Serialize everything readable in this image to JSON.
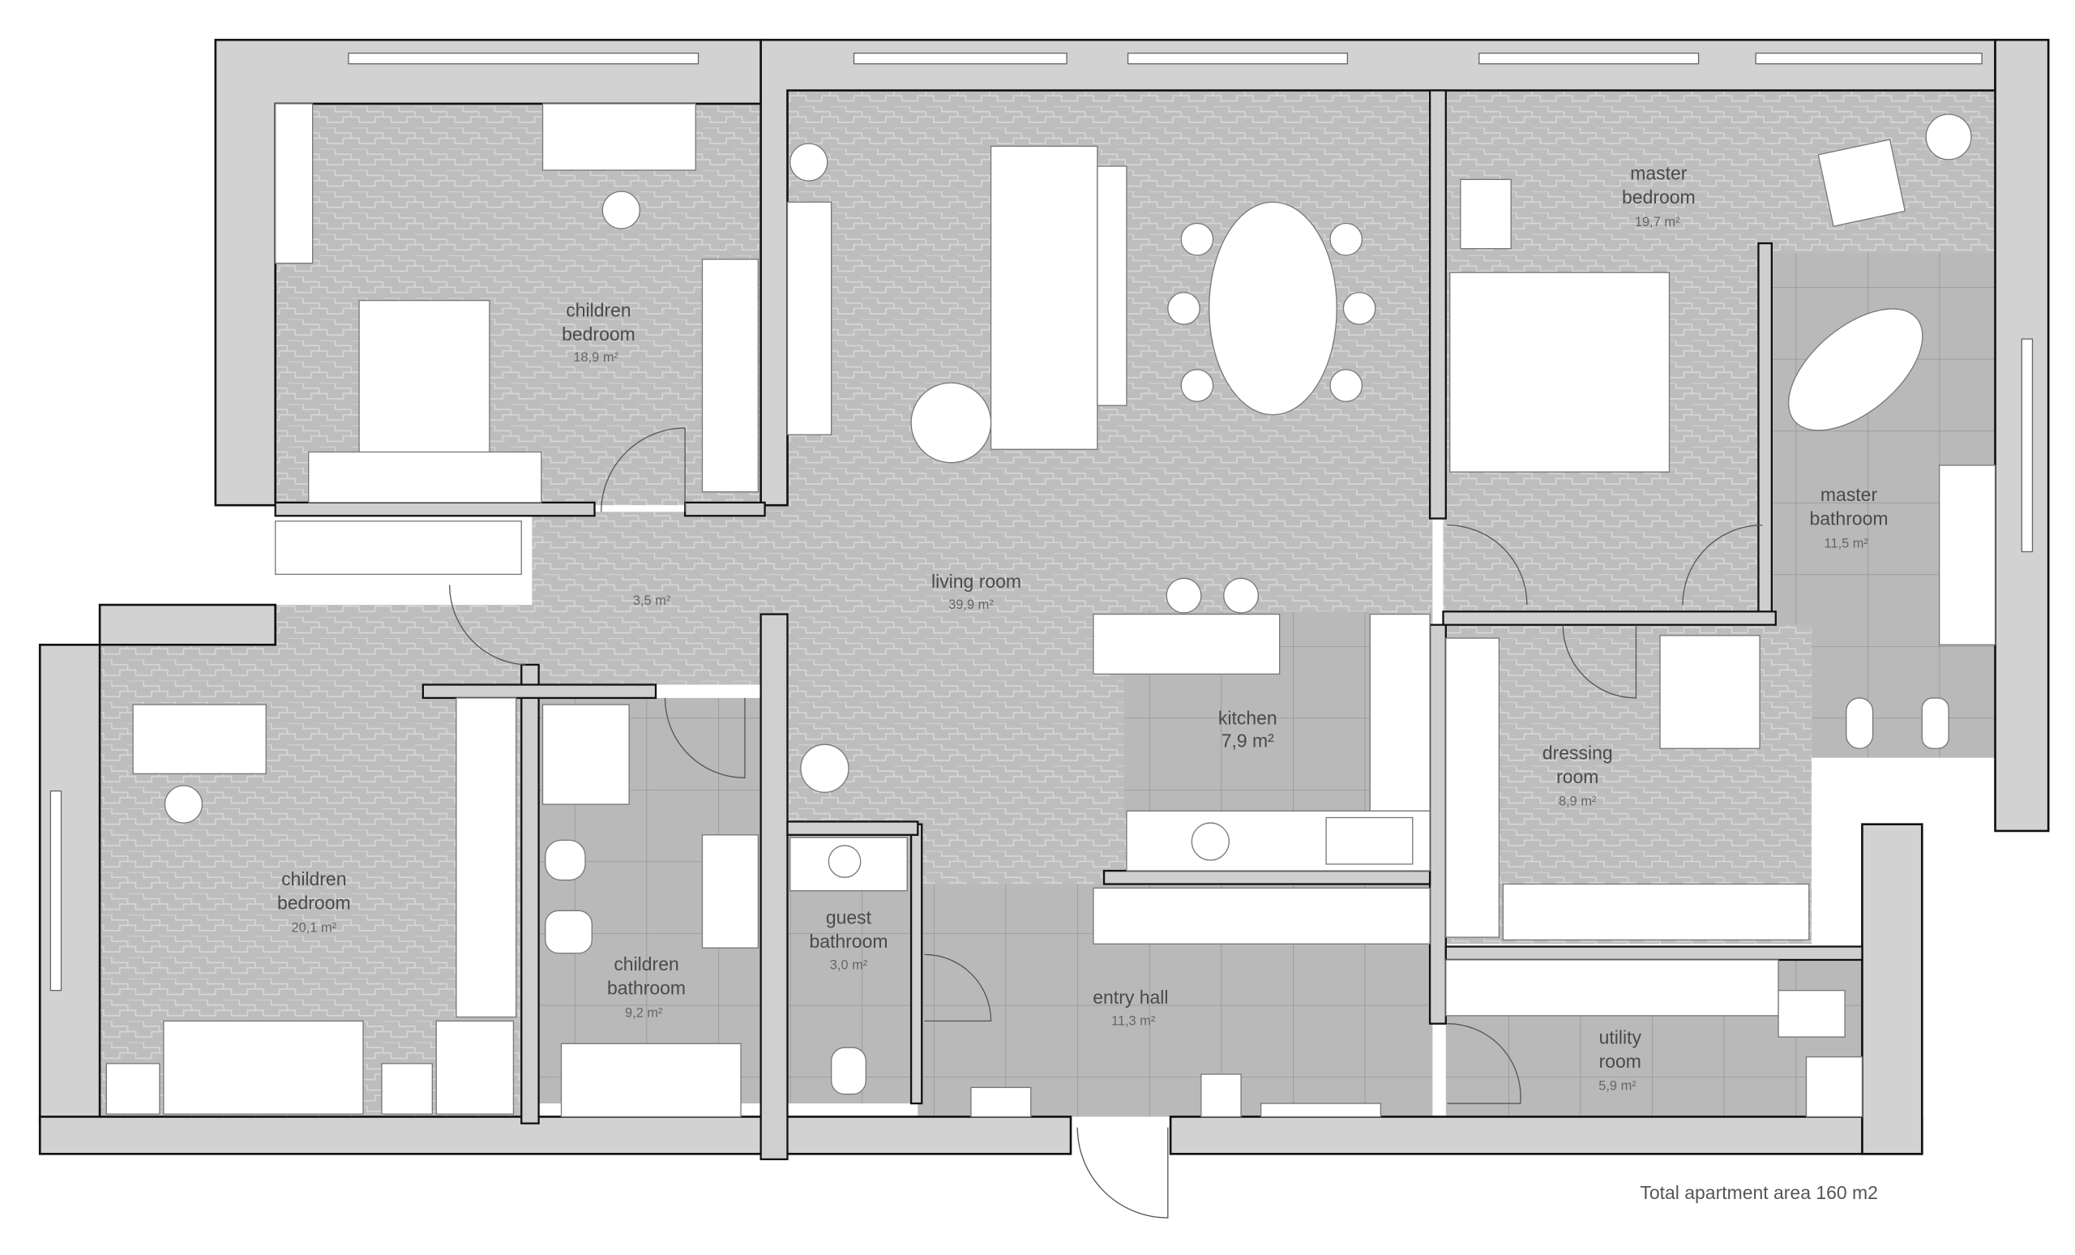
{
  "plan": {
    "rooms": {
      "children_bedroom_top": {
        "name_1": "children",
        "name_2": "bedroom",
        "area": "18,9 m²"
      },
      "hall_small": {
        "area": "3,5 m²"
      },
      "living_room": {
        "name_1": "living room",
        "area": "39,9 m²"
      },
      "master_bedroom": {
        "name_1": "master",
        "name_2": "bedroom",
        "area": "19,7 m²"
      },
      "master_bathroom": {
        "name_1": "master",
        "name_2": "bathroom",
        "area": "11,5 m²"
      },
      "kitchen": {
        "name_1": "kitchen",
        "area": "7,9 m²"
      },
      "dressing_room": {
        "name_1": "dressing",
        "name_2": "room",
        "area": "8,9 m²"
      },
      "children_bedroom_bottom": {
        "name_1": "children",
        "name_2": "bedroom",
        "area": "20,1 m²"
      },
      "children_bathroom": {
        "name_1": "children",
        "name_2": "bathroom",
        "area": "9,2 m²"
      },
      "guest_bathroom": {
        "name_1": "guest",
        "name_2": "bathroom",
        "area": "3,0 m²"
      },
      "entry_hall": {
        "name_1": "entry hall",
        "area": "11,3 m²"
      },
      "utility_room": {
        "name_1": "utility",
        "name_2": "room",
        "area": "5,9 m²"
      }
    },
    "total_label": "Total apartment area 160 m2",
    "colors": {
      "wall": "#d2d2d2",
      "parquet": "#bdbdbd",
      "tile": "#b8b8b8",
      "furniture": "#ffffff"
    }
  }
}
